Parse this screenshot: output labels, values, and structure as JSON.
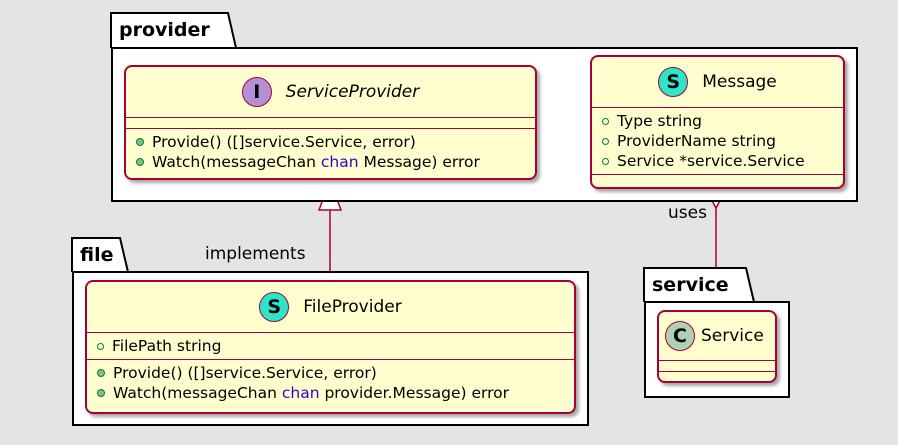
{
  "packages": {
    "provider": "provider",
    "file": "file",
    "service": "service"
  },
  "classes": {
    "service_provider": {
      "stereotype": "I",
      "name": "ServiceProvider",
      "methods": [
        {
          "pre": "Provide() ([]service.Service, error)",
          "kw": "",
          "post": ""
        },
        {
          "pre": "Watch(messageChan ",
          "kw": "chan",
          "post": " Message) error"
        }
      ]
    },
    "message": {
      "stereotype": "S",
      "name": "Message",
      "fields": [
        "Type string",
        "ProviderName string",
        "Service *service.Service"
      ]
    },
    "file_provider": {
      "stereotype": "S",
      "name": "FileProvider",
      "fields": [
        "FilePath string"
      ],
      "methods": [
        {
          "pre": "Provide() ([]service.Service, error)",
          "kw": "",
          "post": ""
        },
        {
          "pre": "Watch(messageChan ",
          "kw": "chan",
          "post": " provider.Message) error"
        }
      ]
    },
    "service": {
      "stereotype": "C",
      "name": "Service"
    }
  },
  "relations": {
    "implements_label": "implements",
    "uses_label": "uses"
  },
  "colors": {
    "class_fill": "#fefece",
    "class_border": "#a80036",
    "interface_badge": "#b48fd3",
    "struct_badge": "#2de6c9",
    "class_badge": "#add1b2",
    "keyword": "#3300cc"
  }
}
